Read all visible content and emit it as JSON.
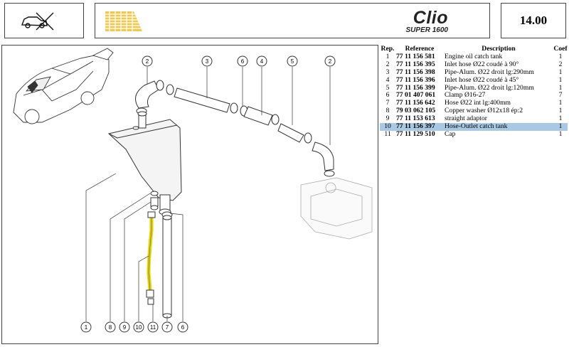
{
  "header": {
    "icon": "car-no-crossed-icon",
    "brand": "Clio",
    "brand_sub": "SUPER 1600",
    "section_number": "14.00",
    "accent_color": "#f2c94c"
  },
  "diagram": {
    "callout_labels": [
      "2",
      "3",
      "6",
      "4",
      "5",
      "2",
      "1",
      "8",
      "9",
      "10",
      "11",
      "7",
      "6"
    ],
    "highlight_color": "#e6d600"
  },
  "parts_table": {
    "headers": [
      "Rep.",
      "Reference",
      "Description",
      "Coef"
    ],
    "rows": [
      {
        "rep": "1",
        "ref": "77 11 156 581",
        "desc": "Engine oil catch tank",
        "coef": "1"
      },
      {
        "rep": "2",
        "ref": "77 11 156 395",
        "desc": "Inlet hose Ø22 coudé à 90°",
        "coef": "2"
      },
      {
        "rep": "3",
        "ref": "77 11 156 398",
        "desc": "Pipe-Alum. Ø22 droit lg:290mm",
        "coef": "1"
      },
      {
        "rep": "4",
        "ref": "77 11 156 396",
        "desc": "Inlet hose Ø22 coudé à 45°",
        "coef": "1"
      },
      {
        "rep": "5",
        "ref": "77 11 156 399",
        "desc": "Pipe-Alum. Ø22 droit lg:120mm",
        "coef": "1"
      },
      {
        "rep": "6",
        "ref": "77 01 407 061",
        "desc": "Clamp Ø16-27",
        "coef": "7"
      },
      {
        "rep": "7",
        "ref": "77 11 156 642",
        "desc": "Hose Ø22 int lg:400mm",
        "coef": "1"
      },
      {
        "rep": "8",
        "ref": "79 03 062 105",
        "desc": "Copper washer Ø12x18 ép:2",
        "coef": "1"
      },
      {
        "rep": "9",
        "ref": "77 11 153 613",
        "desc": "straight adaptor",
        "coef": "1"
      },
      {
        "rep": "10",
        "ref": "77 11 156 397",
        "desc": "Hose-Outlet catch tank",
        "coef": "1",
        "highlight": true
      },
      {
        "rep": "11",
        "ref": "77 11 129 510",
        "desc": "Cap",
        "coef": "1"
      }
    ]
  }
}
